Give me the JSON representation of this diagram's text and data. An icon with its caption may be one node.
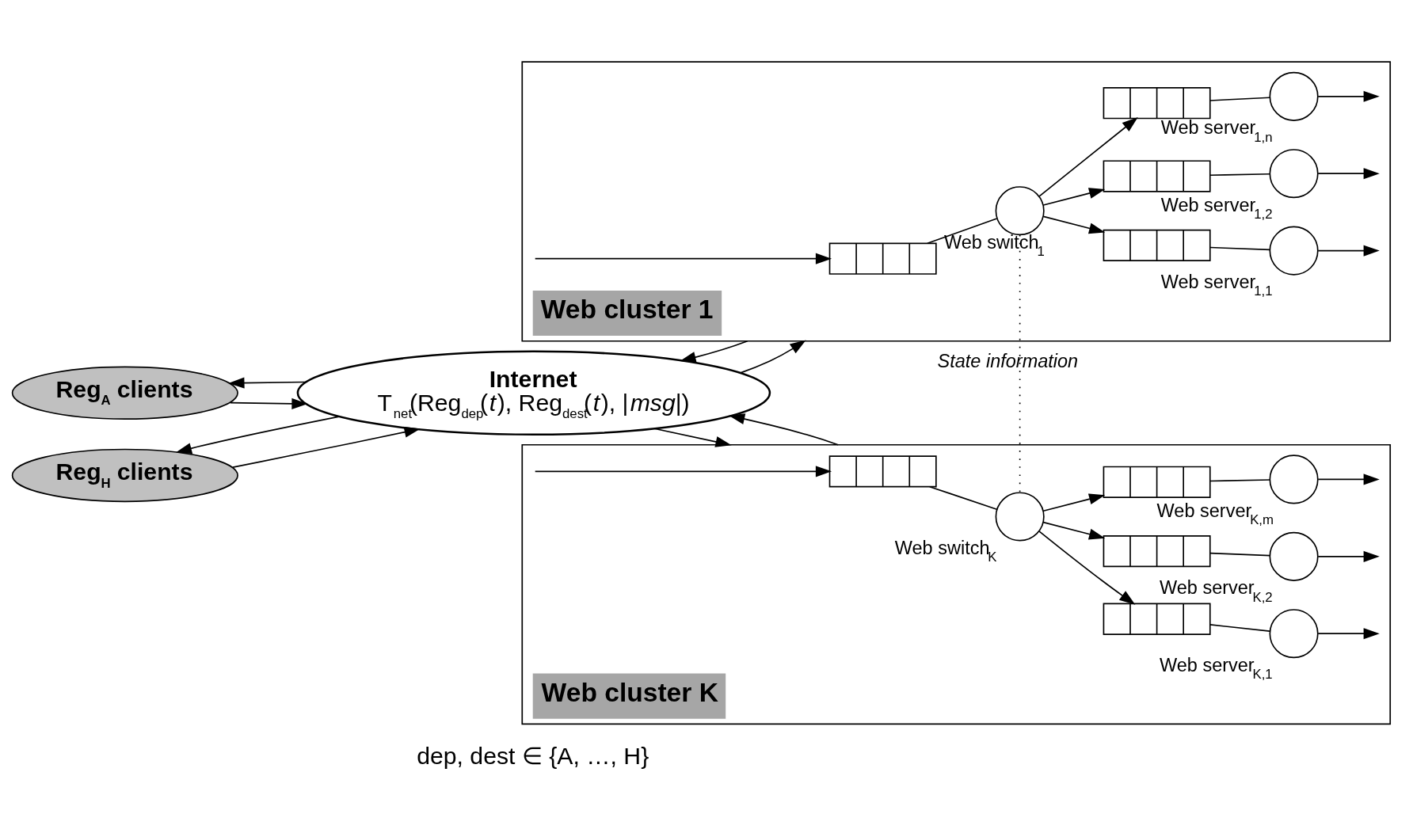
{
  "diagram": {
    "nodes": [
      {
        "text": [
          "Reg$_{A}$ clients"
        ]
      },
      {
        "text": [
          "Reg$_{H}$ clients"
        ]
      },
      {
        "text": [
          "Internet",
          "T$_{net}$(Reg$_{dep}$(*t*), Reg$_{dest}$(*t*), |*msg*|)"
        ]
      },
      {
        "text": [
          "Web cluster 1"
        ]
      },
      {
        "text": [],
        "shape": "box",
        "in": 3
      },
      {
        "text": [],
        "shape": "circle",
        "in": 3,
        "beside": [
          "Web switch$_{1}$"
        ]
      },
      {
        "text": [],
        "shape": "box",
        "in": 3
      },
      {
        "text": [],
        "shape": "circle",
        "in": 3,
        "beside": [
          "Web server$_{1,1}$"
        ]
      },
      {
        "text": [],
        "shape": "box",
        "in": 3
      },
      {
        "text": [],
        "shape": "circle",
        "in": 3,
        "beside": [
          "Web server$_{1,2}$"
        ]
      },
      {
        "text": [],
        "shape": "box",
        "in": 3
      },
      {
        "text": [],
        "shape": "circle",
        "in": 3,
        "beside": [
          "Web server$_{1,n}$"
        ]
      },
      {
        "text": [
          "Web cluster K"
        ]
      },
      {
        "text": [],
        "shape": "box",
        "in": 12
      },
      {
        "text": [],
        "shape": "circle",
        "in": 12,
        "beside": [
          "Web switch$_{K}$"
        ]
      },
      {
        "text": [],
        "shape": "box",
        "in": 12
      },
      {
        "text": [],
        "shape": "circle",
        "in": 12,
        "beside": [
          "Web server$_{K,1}$"
        ]
      },
      {
        "text": [],
        "shape": "box",
        "in": 12
      },
      {
        "text": [],
        "shape": "circle",
        "in": 12,
        "beside": [
          "Web server$_{K,2}$"
        ]
      },
      {
        "text": [],
        "shape": "box",
        "in": 12
      },
      {
        "text": [],
        "shape": "circle",
        "in": 12,
        "beside": [
          "Web server$_{K,m}$"
        ]
      }
    ],
    "edges": [
      {
        "from": 0,
        "to": 2,
        "arrow": "to"
      },
      {
        "from": 2,
        "to": 0,
        "arrow": "to"
      },
      {
        "from": 1,
        "to": 2,
        "arrow": "to"
      },
      {
        "from": 2,
        "to": 1,
        "arrow": "to"
      },
      {
        "from": 2,
        "to": 3,
        "arrow": "to"
      },
      {
        "from": 3,
        "to": 2,
        "arrow": "to"
      },
      {
        "from": 2,
        "to": 12,
        "arrow": "to"
      },
      {
        "from": 12,
        "to": 2,
        "arrow": "to"
      },
      {
        "from": null,
        "to": 4,
        "arrow": "to"
      },
      {
        "from": 4,
        "to": 5,
        "arrow": "none"
      },
      {
        "from": 5,
        "to": 6,
        "arrow": "to"
      },
      {
        "from": 5,
        "to": 8,
        "arrow": "to"
      },
      {
        "from": 5,
        "to": 10,
        "arrow": "to"
      },
      {
        "from": 6,
        "to": 7,
        "arrow": "none"
      },
      {
        "from": 8,
        "to": 9,
        "arrow": "none"
      },
      {
        "from": 10,
        "to": 11,
        "arrow": "none"
      },
      {
        "from": 7,
        "to": null,
        "arrow": "to"
      },
      {
        "from": 9,
        "to": null,
        "arrow": "to"
      },
      {
        "from": 11,
        "to": null,
        "arrow": "to"
      },
      {
        "from": null,
        "to": 13,
        "arrow": "to"
      },
      {
        "from": 13,
        "to": 14,
        "arrow": "none"
      },
      {
        "from": 14,
        "to": 15,
        "arrow": "to"
      },
      {
        "from": 14,
        "to": 17,
        "arrow": "to"
      },
      {
        "from": 14,
        "to": 19,
        "arrow": "to"
      },
      {
        "from": 15,
        "to": 16,
        "arrow": "none"
      },
      {
        "from": 17,
        "to": 18,
        "arrow": "none"
      },
      {
        "from": 19,
        "to": 20,
        "arrow": "none"
      },
      {
        "from": 16,
        "to": null,
        "arrow": "to"
      },
      {
        "from": 18,
        "to": null,
        "arrow": "to"
      },
      {
        "from": 20,
        "to": null,
        "arrow": "to"
      },
      {
        "from": 5,
        "to": 14,
        "arrow": "none",
        "style": "dashed",
        "label": "State information"
      }
    ],
    "labels": [
      "dep, dest ∈ {A, …, H}"
    ]
  }
}
